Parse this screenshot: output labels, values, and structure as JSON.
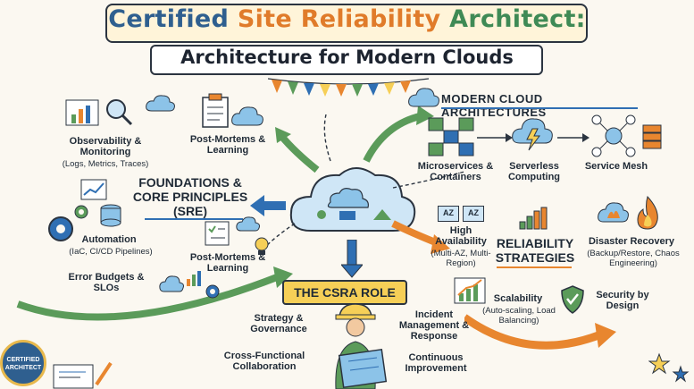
{
  "header": {
    "title_part1": "Certified",
    "title_part2": "Site Reliability",
    "title_part3": "Architect:",
    "subtitle": "Architecture for Modern Clouds"
  },
  "left": {
    "observability": "Observability & Monitoring",
    "observability_sub": "(Logs, Metrics, Traces)",
    "postmortems_top": "Post-Mortems & Learning",
    "foundations": "FOUNDATIONS & CORE PRINCIPLES (SRE)",
    "automation": "Automation",
    "automation_sub": "(IaC, CI/CD Pipelines)",
    "postmortems_mid": "Post-Mortems & Learning",
    "error_budgets": "Error Budgets & SLOs"
  },
  "right": {
    "modern_cloud": "MODERN CLOUD ARCHITECTURES",
    "microservices": "Microservices & Containers",
    "serverless": "Serverless Computing",
    "service_mesh": "Service Mesh",
    "high_availability": "High Availability",
    "high_availability_sub": "(Multi-AZ, Multi-Region)",
    "az_label": "AZ",
    "reliability": "RELIABILITY STRATEGIES",
    "disaster_recovery": "Disaster Recovery",
    "disaster_recovery_sub": "(Backup/Restore, Chaos Engineering)",
    "scalability": "Scalability",
    "scalability_sub": "(Auto-scaling, Load Balancing)",
    "security": "Security by Design"
  },
  "role": {
    "banner": "THE CSRA ROLE",
    "strategy": "Strategy & Governance",
    "incident": "Incident Management & Response",
    "cross_functional": "Cross-Functional Collaboration",
    "continuous": "Continuous Improvement"
  },
  "badge": {
    "text": "CERTIFIED ARCHITECT"
  },
  "colors": {
    "title_blue": "#2f5f8f",
    "title_orange": "#e07b2a",
    "title_green": "#3f8a55",
    "accent_blue": "#2f6fb3",
    "accent_green": "#5b9b5a",
    "accent_orange": "#e8862f",
    "cloud_blue": "#8cc3e8",
    "banner_yellow": "#f6cf57"
  }
}
